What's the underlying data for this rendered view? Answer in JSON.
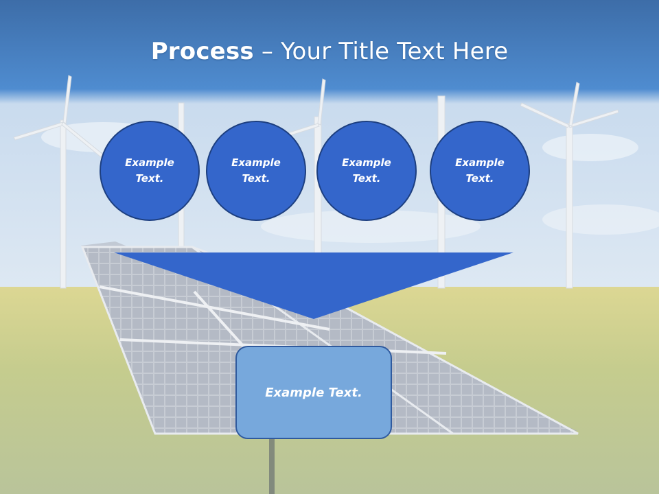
{
  "slide": {
    "title_bold": "Process",
    "title_rest": " – Your Title Text Here",
    "circles": [
      {
        "label": "Example\nText."
      },
      {
        "label": "Example\nText."
      },
      {
        "label": "Example\nText."
      },
      {
        "label": "Example\nText."
      }
    ],
    "box_label": "Example Text."
  },
  "colors": {
    "header_blue": "#3f79b8",
    "circle_fill": "#3466cb",
    "funnel_fill": "#3466cb",
    "box_fill": "#77a8dc",
    "field_yellow": "#d9d487"
  }
}
